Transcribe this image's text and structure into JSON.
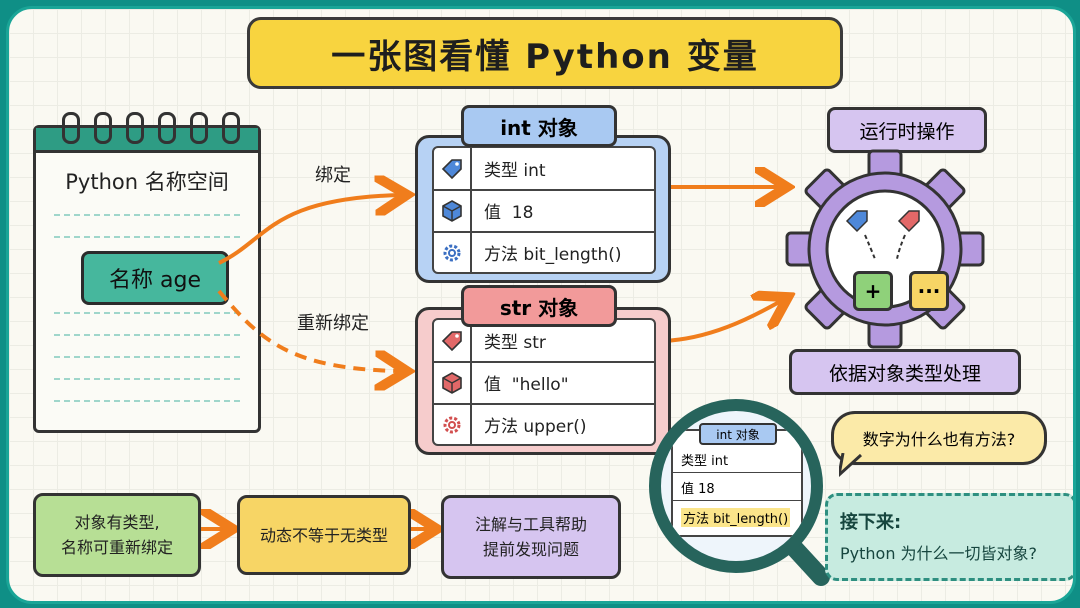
{
  "title": "一张图看懂 Python 变量",
  "namespace": {
    "title": "Python 名称空间",
    "name_label": "名称 age"
  },
  "arrows": {
    "bind": "绑定",
    "rebind": "重新绑定"
  },
  "int_object": {
    "header": "int 对象",
    "rows": [
      "类型 int",
      "值  18",
      "方法 bit_length()"
    ]
  },
  "str_object": {
    "header": "str 对象",
    "rows": [
      "类型 str",
      "值  \"hello\"",
      "方法 upper()"
    ]
  },
  "runtime": {
    "header": "运行时操作",
    "plus": "+",
    "dots": "···",
    "footer": "依据对象类型处理"
  },
  "flow": [
    {
      "line1": "对象有类型,",
      "line2": "名称可重新绑定"
    },
    {
      "line1": "动态不等于无类型",
      "line2": ""
    },
    {
      "line1": "注解与工具帮助",
      "line2": "提前发现问题"
    }
  ],
  "magnifier": {
    "header": "int 对象",
    "rows": [
      "类型 int",
      "值 18",
      "方法 bit_length()"
    ]
  },
  "question": "数字为什么也有方法?",
  "next": {
    "label": "接下来:",
    "text": "Python 为什么一切皆对象?"
  }
}
